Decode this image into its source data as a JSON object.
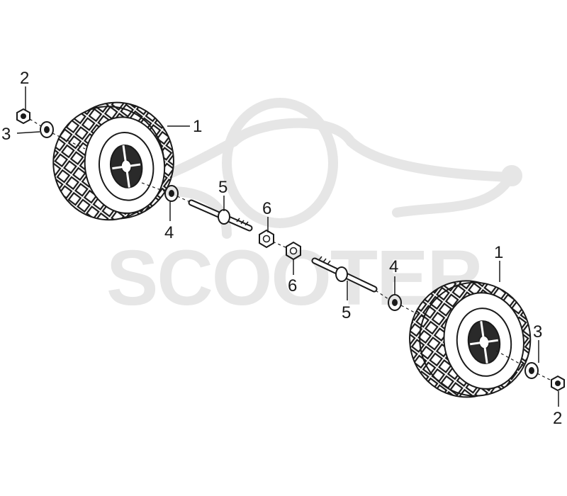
{
  "watermark": {
    "text": "SCOOTER",
    "color": "#e6e6e6"
  },
  "callouts": [
    {
      "id": "left-wheel-label",
      "label": "1"
    },
    {
      "id": "left-nut-label",
      "label": "2"
    },
    {
      "id": "left-washer-label",
      "label": "3"
    },
    {
      "id": "left-inner-washer-label",
      "label": "4"
    },
    {
      "id": "left-axle-label",
      "label": "5"
    },
    {
      "id": "left-axle-nut-label",
      "label": "6"
    },
    {
      "id": "right-axle-nut-label",
      "label": "6"
    },
    {
      "id": "right-axle-label",
      "label": "5"
    },
    {
      "id": "right-inner-washer-label",
      "label": "4"
    },
    {
      "id": "right-wheel-label",
      "label": "1"
    },
    {
      "id": "right-washer-label",
      "label": "3"
    },
    {
      "id": "right-nut-label",
      "label": "2"
    }
  ],
  "colors": {
    "line": "#1a1a1a",
    "tire_fill": "#ffffff",
    "hub_dark": "#2a2a2a"
  }
}
